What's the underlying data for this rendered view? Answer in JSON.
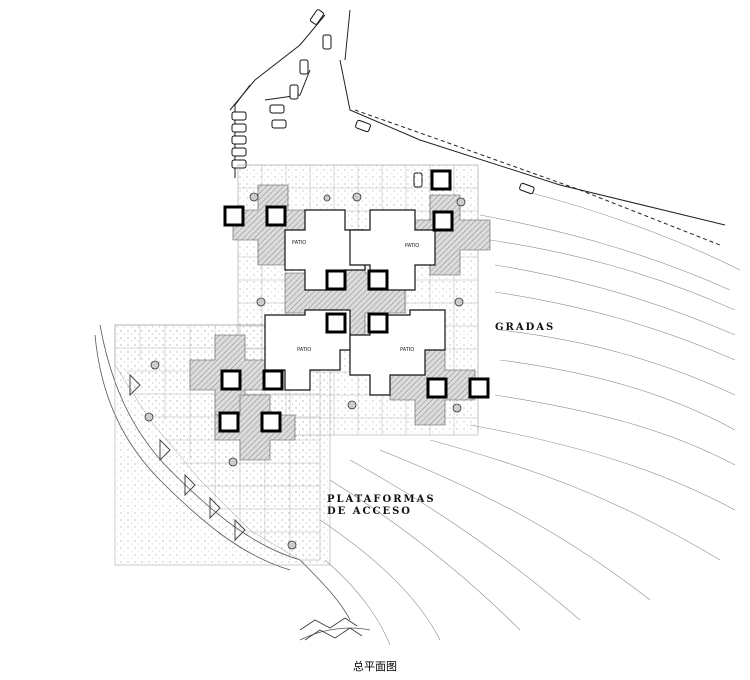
{
  "labels": {
    "gradas": "GRADAS",
    "plataformas_line1": "PLATAFORMAS",
    "plataformas_line2": "DE ACCESO",
    "patio": "PATIO"
  },
  "caption": "总平面图"
}
